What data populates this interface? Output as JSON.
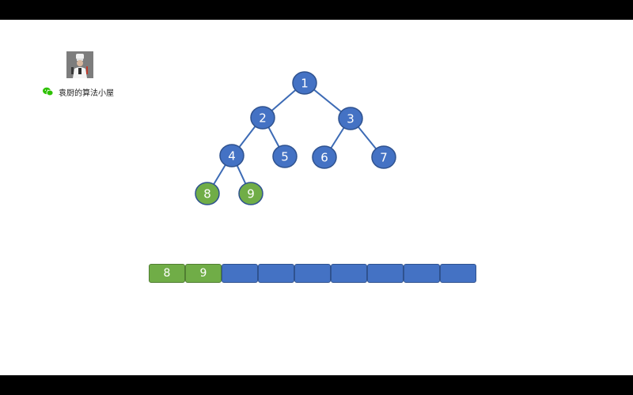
{
  "brand": {
    "name": "袁厨的算法小屋",
    "icon": "wechat-icon",
    "avatar": "chef-avatar"
  },
  "colors": {
    "node_blue": "#4472c4",
    "node_green": "#70ad47",
    "edge": "#3d6bb5",
    "text": "#ffffff"
  },
  "tree": {
    "nodes": [
      {
        "id": "1",
        "label": "1",
        "color": "#4472c4"
      },
      {
        "id": "2",
        "label": "2",
        "color": "#4472c4"
      },
      {
        "id": "3",
        "label": "3",
        "color": "#4472c4"
      },
      {
        "id": "4",
        "label": "4",
        "color": "#4472c4"
      },
      {
        "id": "5",
        "label": "5",
        "color": "#4472c4"
      },
      {
        "id": "6",
        "label": "6",
        "color": "#4472c4"
      },
      {
        "id": "7",
        "label": "7",
        "color": "#4472c4"
      },
      {
        "id": "8",
        "label": "8",
        "color": "#70ad47"
      },
      {
        "id": "9",
        "label": "9",
        "color": "#70ad47"
      }
    ],
    "edges": [
      [
        "1",
        "2"
      ],
      [
        "1",
        "3"
      ],
      [
        "2",
        "4"
      ],
      [
        "2",
        "5"
      ],
      [
        "3",
        "6"
      ],
      [
        "3",
        "7"
      ],
      [
        "4",
        "8"
      ],
      [
        "4",
        "9"
      ]
    ]
  },
  "array": {
    "cells": [
      {
        "label": "8",
        "color": "#70ad47"
      },
      {
        "label": "9",
        "color": "#70ad47"
      },
      {
        "label": "",
        "color": "#4472c4"
      },
      {
        "label": "",
        "color": "#4472c4"
      },
      {
        "label": "",
        "color": "#4472c4"
      },
      {
        "label": "",
        "color": "#4472c4"
      },
      {
        "label": "",
        "color": "#4472c4"
      },
      {
        "label": "",
        "color": "#4472c4"
      },
      {
        "label": "",
        "color": "#4472c4"
      }
    ]
  }
}
